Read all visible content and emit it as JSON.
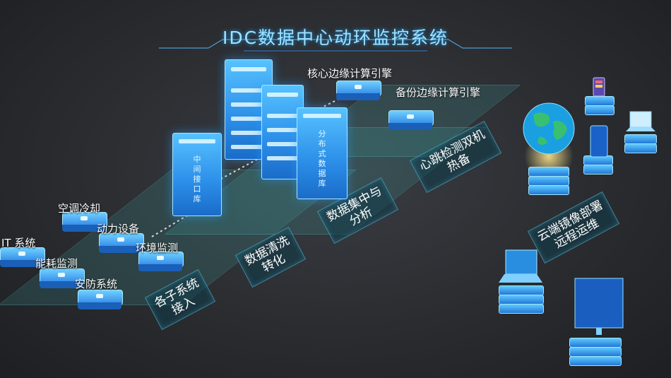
{
  "title": "IDC数据中心动环监控系统",
  "steps": [
    {
      "line1": "各子系统",
      "line2": "接入"
    },
    {
      "line1": "数据清洗",
      "line2": "转化"
    },
    {
      "line1": "数据集中与",
      "line2": "分析"
    },
    {
      "line1": "心跳检测双机",
      "line2": "热备"
    },
    {
      "line1": "云端镜像部署",
      "line2": "远程运维"
    }
  ],
  "subsystems": [
    "空调冷却",
    "动力设备",
    "环境监测",
    "IT 系统",
    "能耗监测",
    "安防系统"
  ],
  "engines": {
    "core": "核心边缘计算引擎",
    "backup": "备份边缘计算引擎"
  },
  "servers": {
    "interface": [
      "中",
      "间",
      "接",
      "口",
      "库"
    ],
    "database": [
      "分",
      "布",
      "式",
      "数",
      "据",
      "库"
    ]
  },
  "colors": {
    "accent": "#3ea8ff",
    "title": "#9fe3ff",
    "panel_border": "#6ee6ff"
  }
}
